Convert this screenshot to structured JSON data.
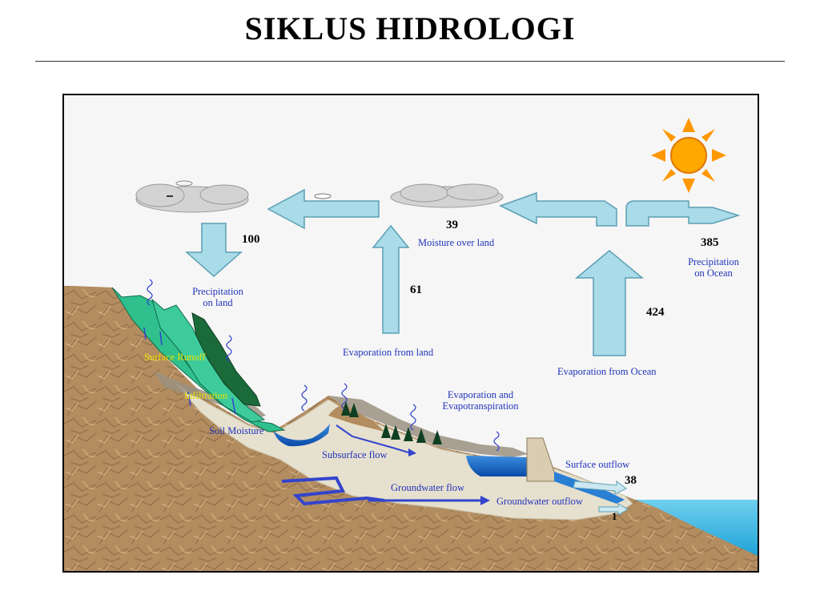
{
  "title": "SIKLUS HIDROLOGI",
  "labels": {
    "moisture_over_land": "Moisture over land",
    "precip_land_1": "Precipitation",
    "precip_land_2": "on land",
    "precip_ocean_1": "Precipitation",
    "precip_ocean_2": "on Ocean",
    "evap_land": "Evaporation from land",
    "evap_ocean": "Evaporation from Ocean",
    "evap_transp_1": "Evaporation and",
    "evap_transp_2": "Evapotranspiration",
    "surface_runoff": "Surface  Runoff",
    "infiltration": "Infiltration",
    "soil_moisture": "Soil Moisture",
    "subsurface_flow": "Subsurface flow",
    "groundwater_flow": "Groundwater flow",
    "groundwater_outflow": "Groundwater outflow",
    "surface_outflow": "Surface  outflow"
  },
  "values": {
    "precip_land": "100",
    "moisture_over_land": "39",
    "evap_land": "61",
    "precip_ocean": "385",
    "evap_ocean": "424",
    "surface_outflow": "38",
    "groundwater_outflow": "1"
  },
  "colors": {
    "arrow_fill": "#a9dbe8",
    "arrow_stroke": "#5a9fb4",
    "cloud": "#d3d3d3",
    "earth": "#b08a5e",
    "soil": "#e8e2d2",
    "water": "#2a7fd4",
    "ocean": "#35b7e0",
    "vegetation": "#2fbf8a",
    "sun": "#ffa500",
    "label_blue": "#2233bb",
    "flow_arrow": "#3344cc"
  }
}
